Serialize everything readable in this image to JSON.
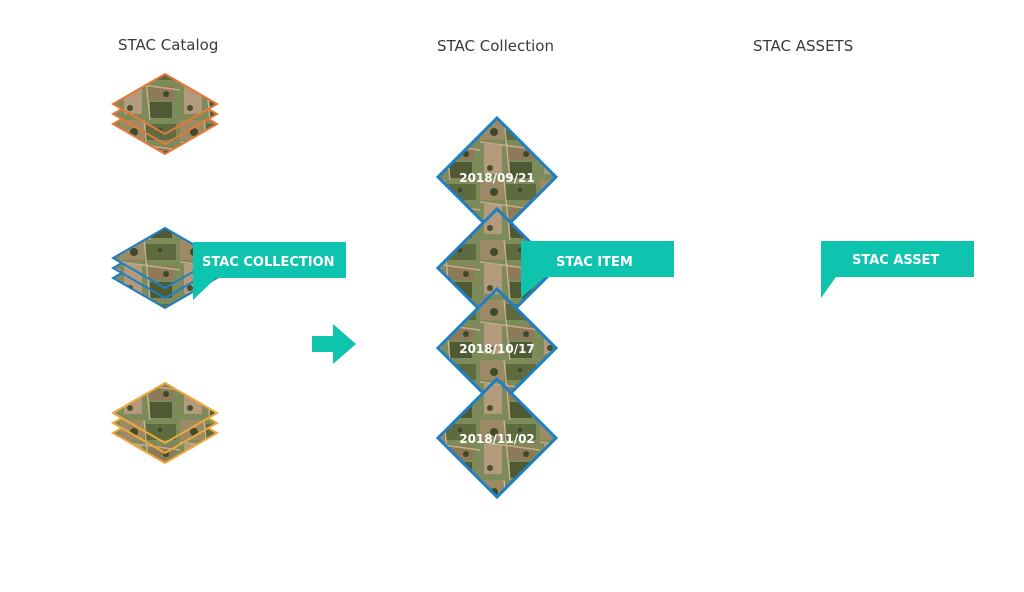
{
  "columns": {
    "catalog_title": "STAC Catalog",
    "collection_title": "STAC Collection",
    "assets_title": "STAC ASSETS"
  },
  "callouts": {
    "collection_label": "STAC COLLECTION",
    "item_label": "STAC ITEM",
    "asset_label": "STAC ASSET"
  },
  "items": [
    {
      "date": "2018/09/21"
    },
    {
      "date": ""
    },
    {
      "date": "2018/10/17"
    },
    {
      "date": "2018/11/02"
    }
  ],
  "colors": {
    "teal": "#0ec4ae",
    "collection_orange": "#e8773a",
    "collection_blue": "#1f7fc4",
    "collection_amber": "#f0a83c",
    "title_text": "#3a3a3a"
  },
  "icons": {
    "stack": "layered-image-stack-icon",
    "arrow": "arrow-right-icon"
  }
}
